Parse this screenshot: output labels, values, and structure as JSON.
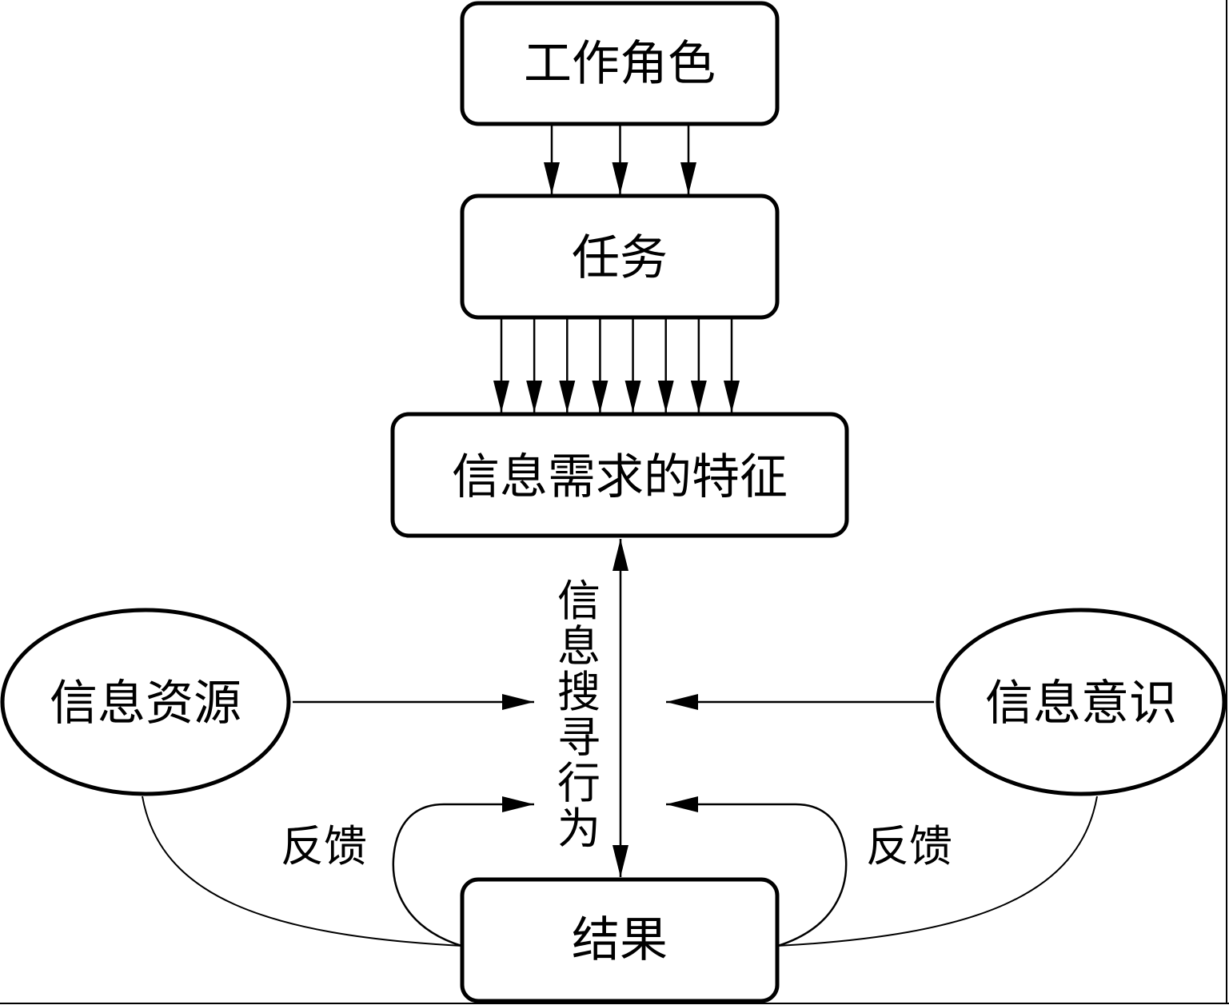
{
  "diagram": {
    "nodes": {
      "work_role": {
        "label": "工作角色",
        "shape": "rounded-rect"
      },
      "task": {
        "label": "任务",
        "shape": "rounded-rect"
      },
      "need_features": {
        "label": "信息需求的特征",
        "shape": "rounded-rect"
      },
      "info_resource": {
        "label": "信息资源",
        "shape": "ellipse"
      },
      "info_awareness": {
        "label": "信息意识",
        "shape": "ellipse"
      },
      "result": {
        "label": "结果",
        "shape": "rounded-rect"
      }
    },
    "center_label": {
      "chars": [
        "信",
        "息",
        "搜",
        "寻",
        "行",
        "为"
      ],
      "text": "信息搜寻行为"
    },
    "feedback_left": "反馈",
    "feedback_right": "反馈",
    "edges": [
      {
        "from": "work_role",
        "to": "task",
        "count": 3,
        "direction": "down"
      },
      {
        "from": "task",
        "to": "need_features",
        "count": 8,
        "direction": "down"
      },
      {
        "from": "need_features",
        "to": "result",
        "direction": "bidirectional"
      },
      {
        "from": "info_resource",
        "to": "info_seeking_behavior",
        "direction": "right"
      },
      {
        "from": "info_awareness",
        "to": "info_seeking_behavior",
        "direction": "left"
      },
      {
        "from": "result",
        "to": "info_seeking_behavior",
        "label": "反馈",
        "side": "left"
      },
      {
        "from": "result",
        "to": "info_seeking_behavior",
        "label": "反馈",
        "side": "right"
      },
      {
        "from": "info_resource",
        "to": "result",
        "style": "curve"
      },
      {
        "from": "info_awareness",
        "to": "result",
        "style": "curve"
      }
    ],
    "colors": {
      "stroke": "#000000",
      "background": "#ffffff"
    }
  }
}
